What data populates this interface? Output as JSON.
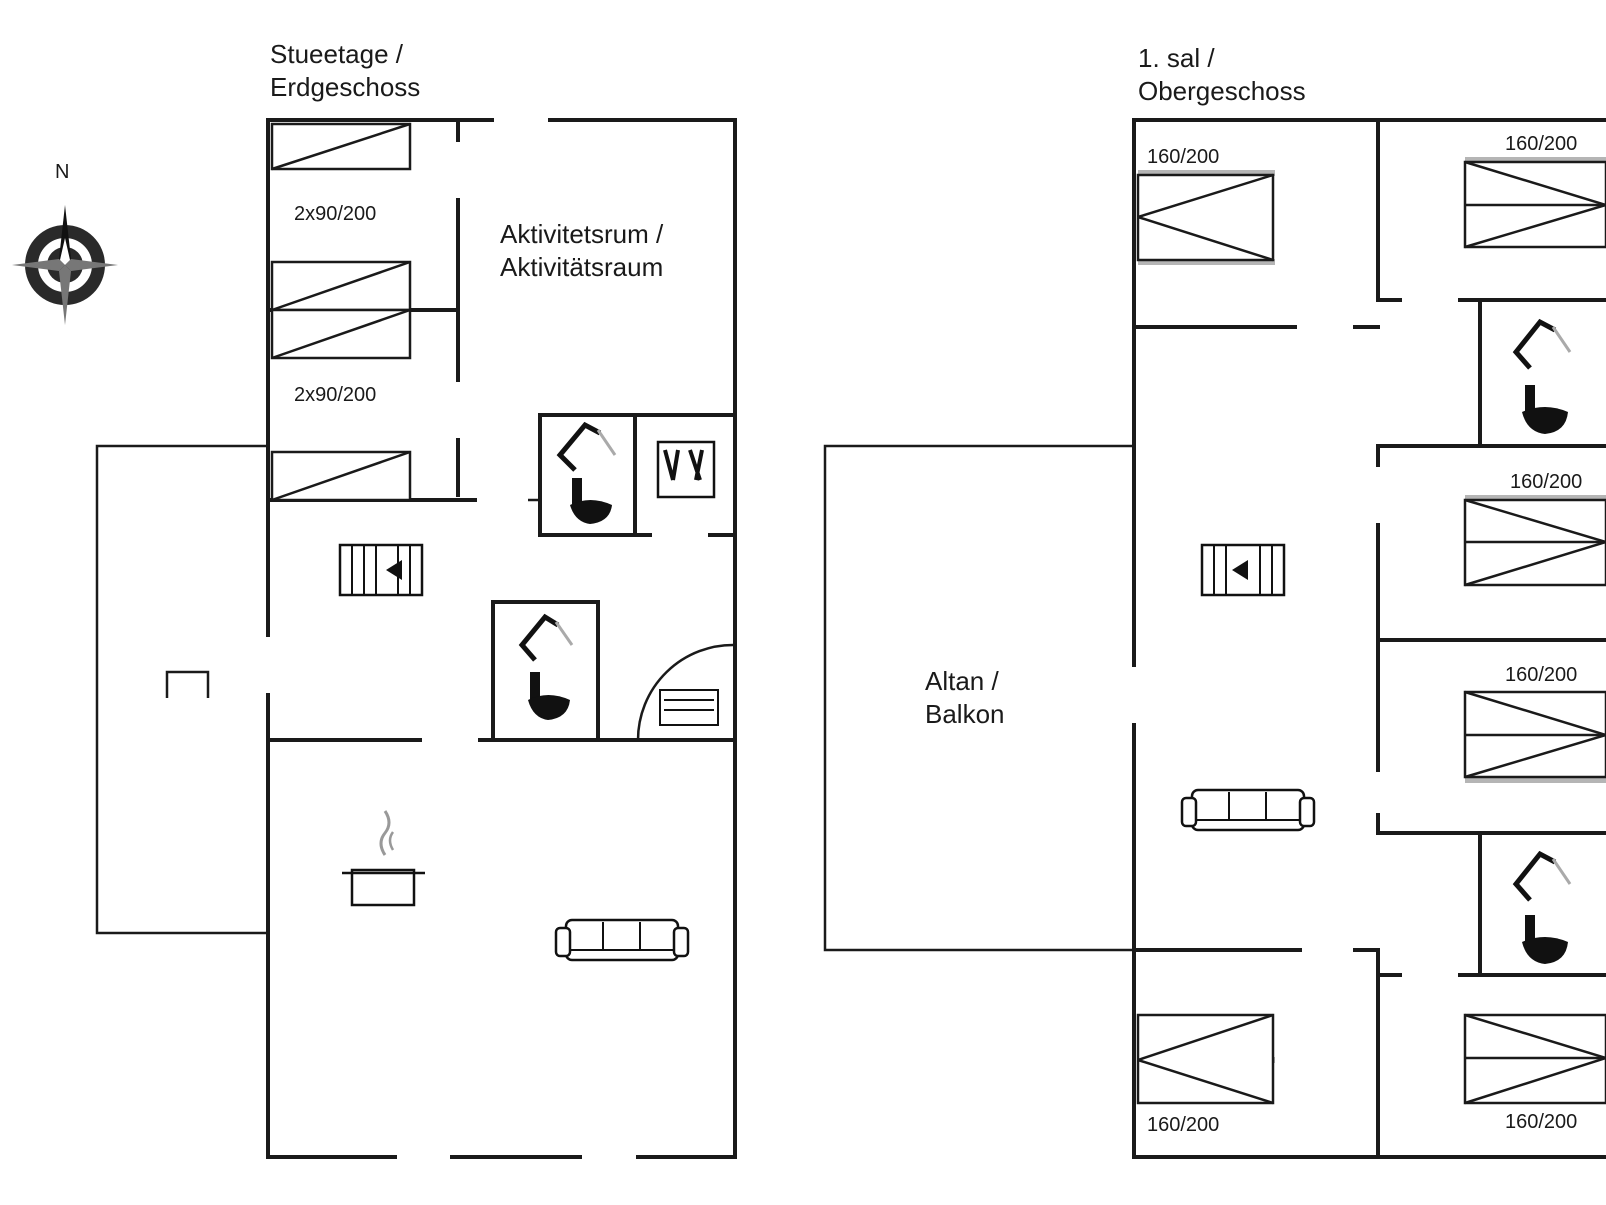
{
  "compass": {
    "label": "N"
  },
  "ground_floor": {
    "title_line1": "Stueetage /",
    "title_line2": "Erdgeschoss",
    "rooms": {
      "activity_line1": "Aktivitetsrum /",
      "activity_line2": "Aktivitätsraum"
    },
    "beds": [
      {
        "size": "2x90/200"
      },
      {
        "size": "2x90/200"
      }
    ]
  },
  "first_floor": {
    "title_line1": "1. sal /",
    "title_line2": "Obergeschoss",
    "rooms": {
      "altan_line1": "Altan /",
      "altan_line2": "Balkon"
    },
    "beds": [
      {
        "size": "160/200"
      },
      {
        "size": "160/200"
      },
      {
        "size": "160/200"
      },
      {
        "size": "160/200"
      },
      {
        "size": "160/200"
      },
      {
        "size": "160/200"
      }
    ]
  }
}
